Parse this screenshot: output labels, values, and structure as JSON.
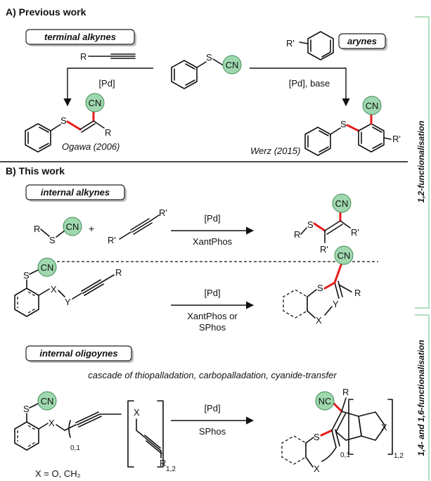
{
  "sectionA": {
    "title": "A) Previous work"
  },
  "sectionB": {
    "title": "B) This work"
  },
  "tags": {
    "terminal_alkynes": "terminal alkynes",
    "arynes": "arynes",
    "internal_alkynes": "internal alkynes",
    "internal_oligoynes": "internal oligoynes"
  },
  "side_labels": {
    "one_two": "1,2-functionalisation",
    "one_four_six": "1,4- and 1,6-functionalisation"
  },
  "atoms": {
    "S": "S",
    "CN": "CN",
    "NC": "NC",
    "R": "R",
    "Rp": "R'",
    "X": "X",
    "Y": "Y",
    "plus": "+"
  },
  "reactions": {
    "ogawa": {
      "conditions": "[Pd]",
      "citation": "Ogawa (2006)"
    },
    "werz": {
      "conditions": "[Pd], base",
      "citation": "Werz (2015)"
    },
    "r1": {
      "top": "[Pd]",
      "bottom": "XantPhos"
    },
    "r2": {
      "top": "[Pd]",
      "bottom1": "XantPhos or",
      "bottom2": "SPhos"
    },
    "r3": {
      "top": "[Pd]",
      "bottom": "SPhos"
    }
  },
  "cascade_text": "cascade of thiopalladation, carbopalladation, cyanide-transfer",
  "subscripts": {
    "s01": "0,1",
    "s12": "1,2"
  },
  "x_def": "X = O, CH₂"
}
